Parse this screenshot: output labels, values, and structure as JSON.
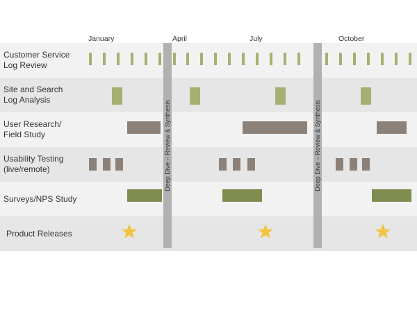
{
  "months": [
    "January",
    "April",
    "July",
    "October"
  ],
  "divider_label": "Deep Dive – Review & Synthesis",
  "rows": [
    {
      "label_lines": [
        "Customer Service",
        "Log Review"
      ]
    },
    {
      "label_lines": [
        "Site and Search",
        "Log Analysis"
      ]
    },
    {
      "label_lines": [
        "User Research/",
        "Field Study"
      ]
    },
    {
      "label_lines": [
        "Usability Testing",
        "(live/remote)"
      ]
    },
    {
      "label_lines": [
        "Surveys/NPS Study"
      ]
    },
    {
      "label_lines": [
        "Product Releases"
      ]
    }
  ],
  "colors": {
    "row_band_light": "#f2f2f2",
    "row_band_dark": "#e6e6e6",
    "divider": "#b1b1b1",
    "log_review": "#a6b072",
    "site_search": "#a6b072",
    "research": "#8c8179",
    "usability": "#8c8179",
    "surveys": "#7e8c4f",
    "star": "#f5c342"
  },
  "icons": {
    "release": "star-icon"
  }
}
